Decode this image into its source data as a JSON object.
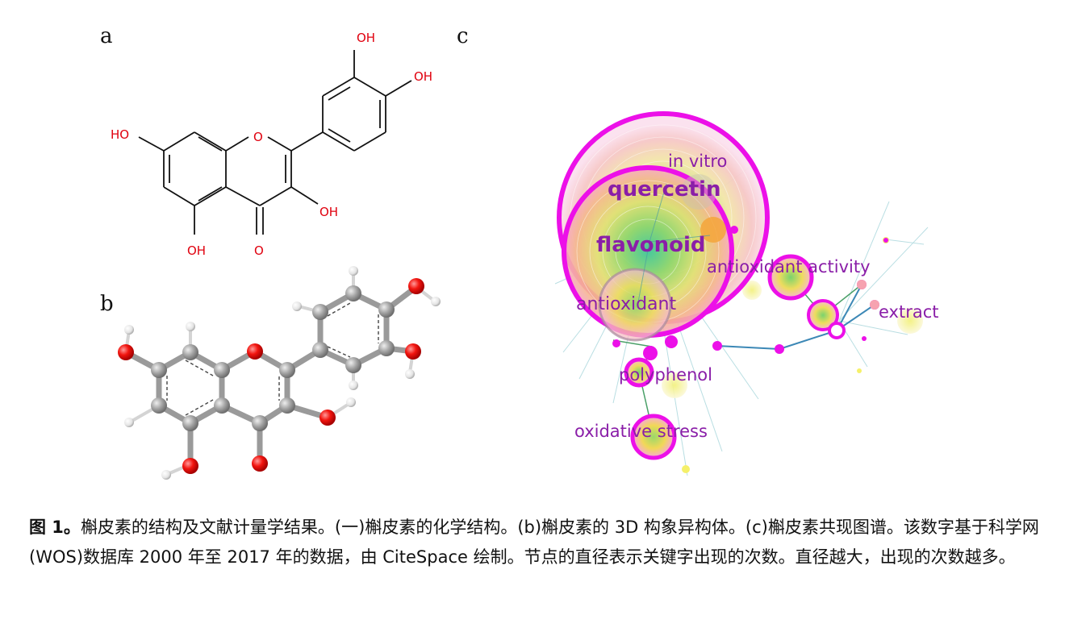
{
  "panels": {
    "a": "a",
    "b": "b",
    "c": "c"
  },
  "structure_a": {
    "labels": [
      "OH",
      "OH",
      "HO",
      "O",
      "OH",
      "OH",
      "O"
    ]
  },
  "network_c": {
    "keywords": [
      "in vitro",
      "quercetin",
      "flavonoid",
      "antioxidant activity",
      "extract",
      "antioxidant",
      "polyphenol",
      "oxidative stress"
    ],
    "node_color": "#ec10e8",
    "link_color": "#3c88b6",
    "label_color": "#8a1ea8"
  },
  "caption": {
    "figure_label": "图 1。",
    "text": "槲皮素的结构及文献计量学结果。(一)槲皮素的化学结构。(b)槲皮素的 3D 构象异构体。(c)槲皮素共现图谱。该数字基于科学网(WOS)数据库 2000 年至 2017 年的数据，由 CiteSpace 绘制。节点的直径表示关键字出现的次数。直径越大，出现的次数越多。"
  }
}
